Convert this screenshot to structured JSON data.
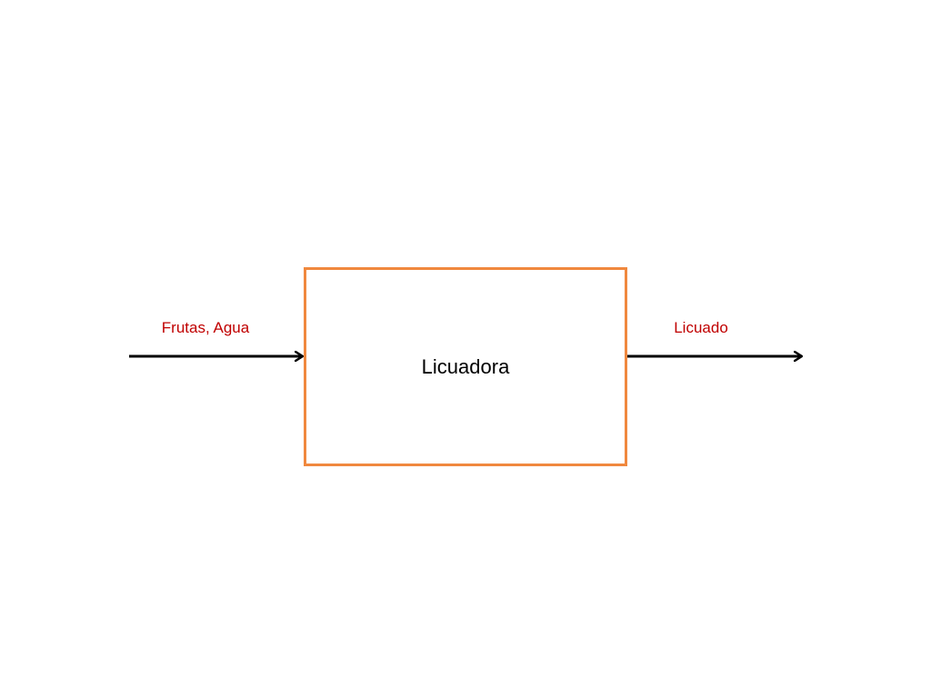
{
  "diagram": {
    "process": {
      "label": "Licuadora"
    },
    "input": {
      "label": "Frutas, Agua"
    },
    "output": {
      "label": "Licuado"
    },
    "colors": {
      "box_border": "#f0883e",
      "io_label": "#c00000",
      "arrow": "#000000",
      "process_text": "#000000"
    }
  }
}
